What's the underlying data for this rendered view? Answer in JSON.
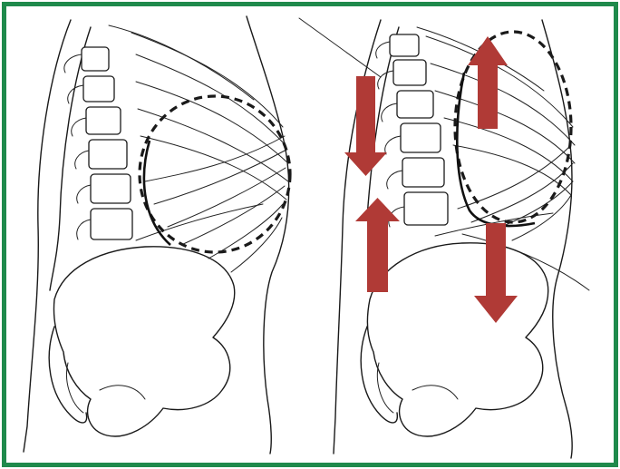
{
  "figure": {
    "border_color": "#1f8a4c",
    "arrow_color": "#b03a36",
    "panels": [
      {
        "id": "left",
        "arrows": []
      },
      {
        "id": "right",
        "arrows": [
          {
            "direction": "down"
          },
          {
            "direction": "up"
          },
          {
            "direction": "up"
          },
          {
            "direction": "down"
          }
        ]
      }
    ]
  }
}
